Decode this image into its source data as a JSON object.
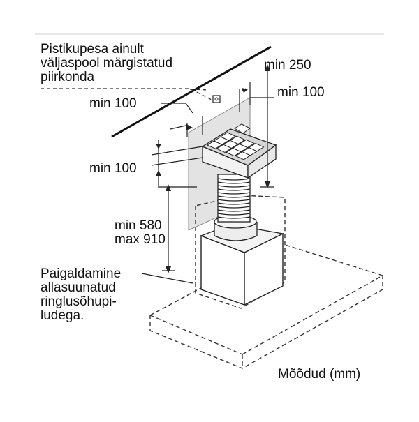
{
  "diagram": {
    "socket_note": [
      "Pistikupesa ainult",
      "väljaspool märgistatud",
      "piirkonda"
    ],
    "dim_min_250": "min 250",
    "dim_min_100_right": "min 100",
    "dim_min_100_left": "min 100",
    "dim_min_100_mid": "min 100",
    "dim_min_580": "min 580",
    "dim_max_910": "max 910",
    "install_note": [
      "Paigaldamine",
      "allasuunatud",
      "ringlusõhupi-",
      "ludega."
    ],
    "units_caption": "Mõõdud (mm)"
  },
  "colors": {
    "line": "#1a1a1a",
    "panel": "#e4e4e4",
    "filter": "#d9d9d9"
  }
}
